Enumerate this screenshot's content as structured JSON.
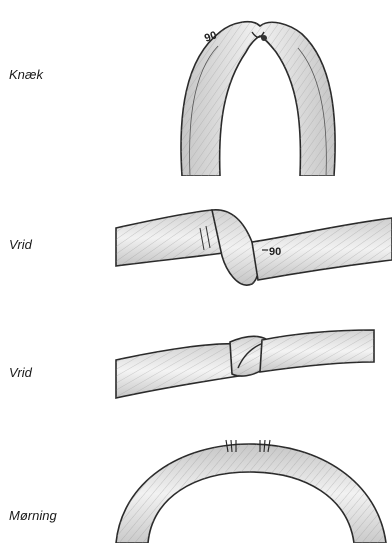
{
  "rows": [
    {
      "label": "Knæk",
      "marking": "90"
    },
    {
      "label": "Vrid",
      "marking": "90"
    },
    {
      "label": "Vrid"
    },
    {
      "label": "Mørning"
    }
  ],
  "tube_color": "#d8d8d8",
  "outline_color": "#2a2a2a"
}
